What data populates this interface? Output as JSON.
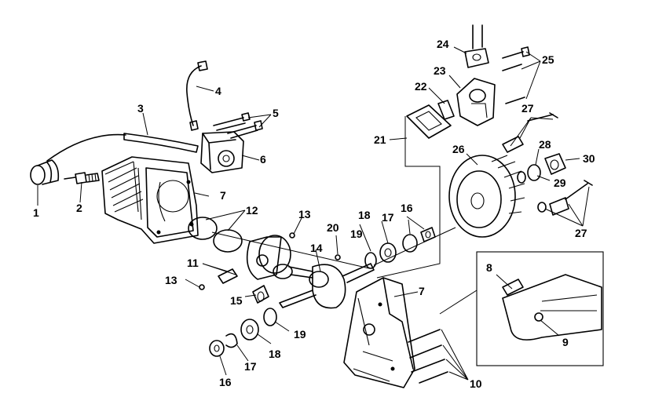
{
  "diagram": {
    "callouts": [
      {
        "id": "c1",
        "text": "1"
      },
      {
        "id": "c2",
        "text": "2"
      },
      {
        "id": "c3",
        "text": "3"
      },
      {
        "id": "c4",
        "text": "4"
      },
      {
        "id": "c5",
        "text": "5"
      },
      {
        "id": "c6",
        "text": "6"
      },
      {
        "id": "c7a",
        "text": "7"
      },
      {
        "id": "c7b",
        "text": "7"
      },
      {
        "id": "c8",
        "text": "8"
      },
      {
        "id": "c9",
        "text": "9"
      },
      {
        "id": "c10",
        "text": "10"
      },
      {
        "id": "c11",
        "text": "11"
      },
      {
        "id": "c12",
        "text": "12"
      },
      {
        "id": "c13a",
        "text": "13"
      },
      {
        "id": "c13b",
        "text": "13"
      },
      {
        "id": "c14",
        "text": "14"
      },
      {
        "id": "c15",
        "text": "15"
      },
      {
        "id": "c16a",
        "text": "16"
      },
      {
        "id": "c16b",
        "text": "16"
      },
      {
        "id": "c17a",
        "text": "17"
      },
      {
        "id": "c17b",
        "text": "17"
      },
      {
        "id": "c18a",
        "text": "18"
      },
      {
        "id": "c18b",
        "text": "18"
      },
      {
        "id": "c19a",
        "text": "19"
      },
      {
        "id": "c19b",
        "text": "19"
      },
      {
        "id": "c20",
        "text": "20"
      },
      {
        "id": "c21",
        "text": "21"
      },
      {
        "id": "c22",
        "text": "22"
      },
      {
        "id": "c23",
        "text": "23"
      },
      {
        "id": "c24",
        "text": "24"
      },
      {
        "id": "c25",
        "text": "25"
      },
      {
        "id": "c26",
        "text": "26"
      },
      {
        "id": "c27a",
        "text": "27"
      },
      {
        "id": "c27b",
        "text": "27"
      },
      {
        "id": "c28",
        "text": "28"
      },
      {
        "id": "c29",
        "text": "29"
      },
      {
        "id": "c30",
        "text": "30"
      }
    ]
  }
}
